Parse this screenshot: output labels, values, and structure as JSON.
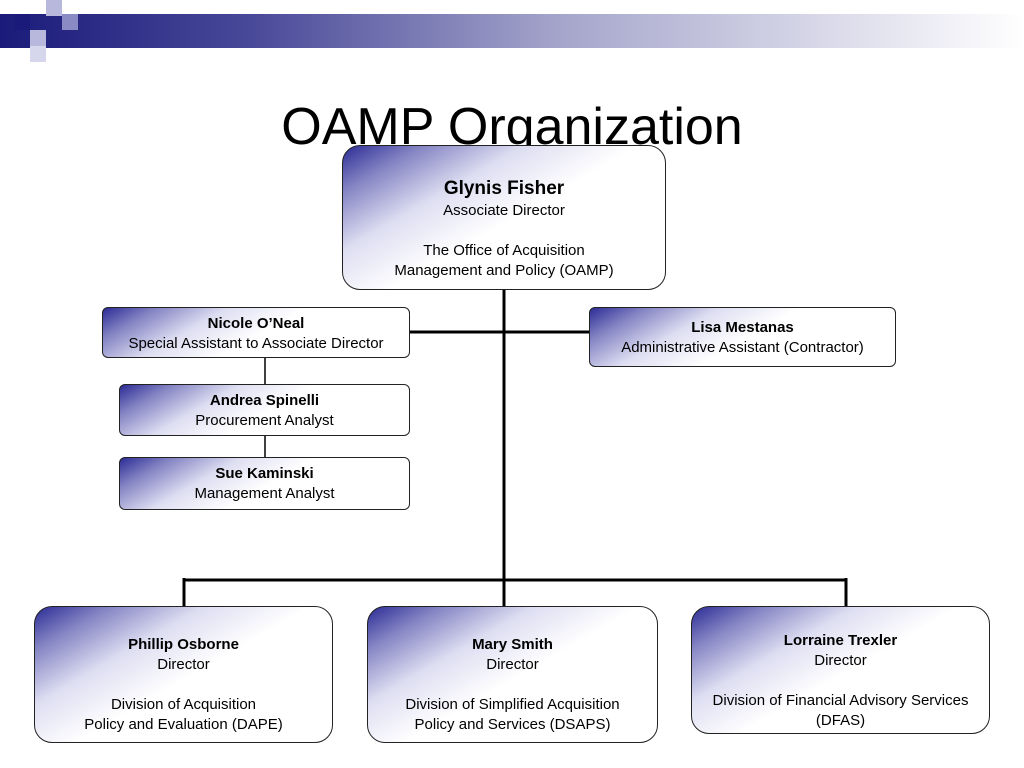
{
  "slide": {
    "title": "OAMP Organization"
  },
  "org": {
    "lead": {
      "name": "Glynis Fisher",
      "title": "Associate Director",
      "office_line1": "The Office of Acquisition",
      "office_line2": "Management and Policy (OAMP)"
    },
    "special_assistant": {
      "name": "Nicole O’Neal",
      "title": "Special Assistant to Associate Director"
    },
    "admin_assistant": {
      "name": "Lisa Mestanas",
      "title": "Administrative Assistant (Contractor)"
    },
    "procurement_analyst": {
      "name": "Andrea Spinelli",
      "title": "Procurement Analyst"
    },
    "management_analyst": {
      "name": "Sue Kaminski",
      "title": "Management Analyst"
    },
    "divisions": [
      {
        "name": "Phillip Osborne",
        "title": "Director",
        "division_line1": "Division of Acquisition",
        "division_line2": "Policy and Evaluation (DAPE)"
      },
      {
        "name": "Mary Smith",
        "title": "Director",
        "division_line1": "Division of Simplified Acquisition",
        "division_line2": "Policy and Services (DSAPS)"
      },
      {
        "name": "Lorraine Trexler",
        "title": "Director",
        "division_line1": "Division of Financial Advisory Services",
        "division_line2": "(DFAS)"
      }
    ]
  },
  "colors": {
    "header_dark": "#1a1a7a",
    "box_gradient_dark": "#2c2c96",
    "connector": "#000000"
  }
}
